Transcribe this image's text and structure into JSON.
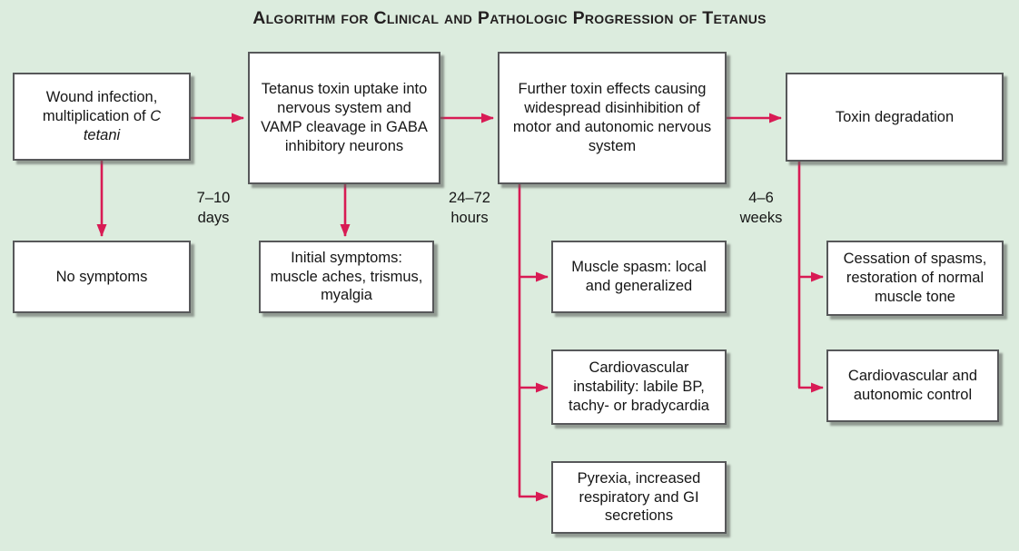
{
  "title": "Algorithm for Clinical and Pathologic Progression of Tetanus",
  "colors": {
    "background": "#dcecde",
    "arrow": "#d81b54",
    "box_border": "#57585a",
    "box_fill": "#ffffff",
    "title_text": "#231f20",
    "body_text": "#161616"
  },
  "nodes": {
    "wound_infection": {
      "text": "Wound infection, multiplication of",
      "italic": "C tetani"
    },
    "toxin_uptake": {
      "text": "Tetanus toxin uptake into nervous system and VAMP cleavage in GABA inhibitory neurons"
    },
    "toxin_effects": {
      "text": "Further toxin effects causing widespread disinhibition of motor and autonomic nervous system"
    },
    "toxin_degradation": {
      "text": "Toxin degradation"
    },
    "no_symptoms": {
      "text": "No symptoms"
    },
    "initial_symptoms": {
      "text": "Initial symptoms: muscle aches, trismus, myalgia"
    },
    "muscle_spasm": {
      "text": "Muscle spasm: local and generalized"
    },
    "cardiovascular_instability": {
      "text": "Cardiovascular instability: labile BP, tachy- or bradycardia"
    },
    "pyrexia": {
      "text": "Pyrexia, increased respiratory and GI secretions"
    },
    "cessation_of_spasms": {
      "text": "Cessation of spasms, restoration of normal muscle tone"
    },
    "cardiovascular_control": {
      "text": "Cardiovascular and autonomic control"
    }
  },
  "time_labels": {
    "t1": {
      "value": "7–10",
      "unit": "days"
    },
    "t2": {
      "value": "24–72",
      "unit": "hours"
    },
    "t3": {
      "value": "4–6",
      "unit": "weeks"
    }
  }
}
